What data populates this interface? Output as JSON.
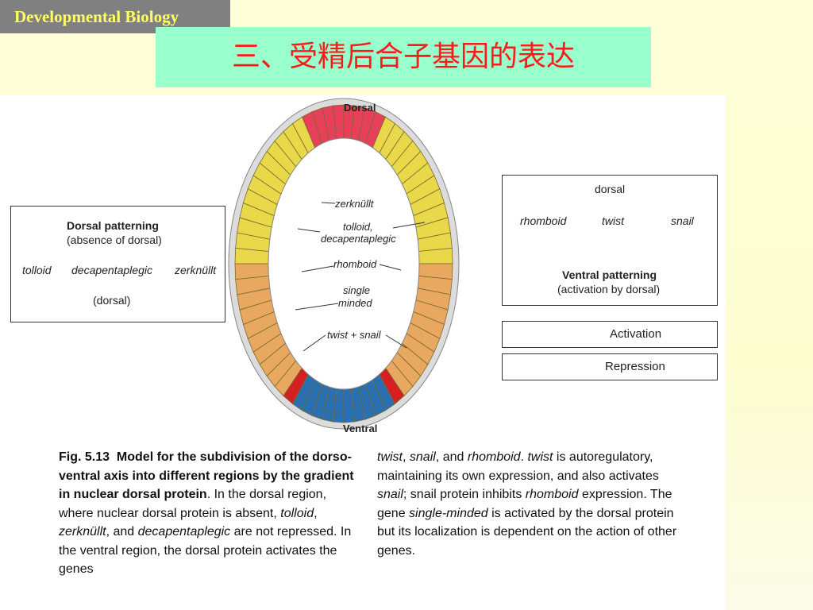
{
  "header": {
    "course": "Developmental Biology",
    "title": "三、受精后合子基因的表达"
  },
  "embryo": {
    "dorsal": "Dorsal",
    "ventral": "Ventral",
    "labels": [
      "zerknüllt",
      "tolloid,",
      "decapentaplegic",
      "rhomboid",
      "single",
      "minded",
      "twist + snail"
    ]
  },
  "left_box": {
    "title": "Dorsal patterning",
    "subtitle": "(absence of dorsal)",
    "genes": [
      "tolloid",
      "decapentaplegic",
      "zerknüllt"
    ],
    "repressor": "(dorsal)"
  },
  "right_box": {
    "dorsal": "dorsal",
    "rhomboid": "rhomboid",
    "twist": "twist",
    "snail": "snail",
    "title": "Ventral patterning",
    "subtitle": "(activation by dorsal)"
  },
  "legend": {
    "activation": "Activation",
    "repression": "Repression"
  },
  "caption": {
    "fig": "Fig. 5.13",
    "bold": "Model for the subdivision of the dorso-ventral axis into different regions by the gradient in nuclear dorsal protein",
    "t1": ". In the dorsal region, where nuclear dorsal protein is absent,",
    "g1": "tolloid",
    "s1": ",",
    "g2": "zerknüllt",
    "s2": ", and",
    "g3": "decapentaplegic",
    "t2": "are not repressed. In the ventral region, the dorsal protein activates the genes",
    "g4": "twist",
    "s3": ",",
    "g5": "snail",
    "s4": ", and",
    "g6": "rhomboid",
    "s5": ".",
    "g7": "twist",
    "t3": "is autoregulatory, maintaining its own expression, and also activates",
    "g8": "snail",
    "t4": "; snail protein inhibits",
    "g9": "rhomboid",
    "t5": "expression. The gene",
    "g10": "single-minded",
    "t6": "is activated by the dorsal protein but its localization is dependent on the action of other genes."
  }
}
